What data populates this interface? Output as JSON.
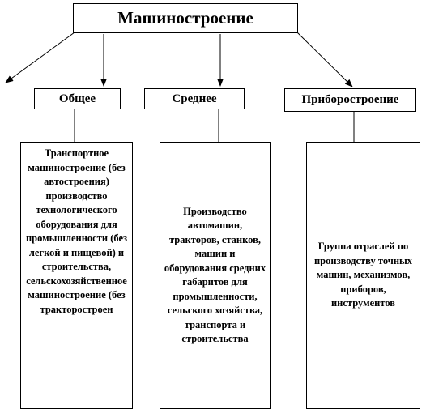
{
  "title": "Машиностроение",
  "categories": [
    {
      "label": "Общее",
      "description": "Транспортное машиностроение (без автостроения) производство технологического оборудования для промышленности (без легкой и пищевой) и строительства, сельскохозяйственное машиностроение (без тракторостроен"
    },
    {
      "label": "Среднее",
      "description": "Производство автомашин, тракторов, станков, машин и оборудования средних габаритов для промышленности, сельского хозяйства, транспорта и строительства"
    },
    {
      "label": "Приборостроение",
      "description": "Группа отраслей по производству точных машин, механизмов, приборов, инструментов"
    }
  ]
}
